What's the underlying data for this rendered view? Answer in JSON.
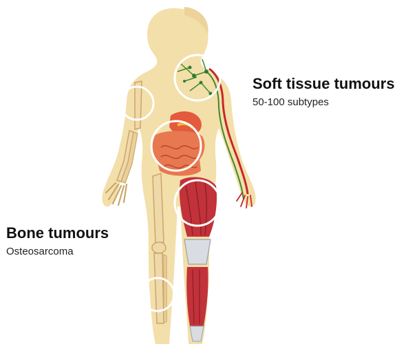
{
  "labels": {
    "soft_tissue": {
      "title": "Soft tissue tumours",
      "subtitle": "50-100 subtypes"
    },
    "bone": {
      "title": "Bone tumours",
      "subtitle": "Osteosarcoma"
    }
  },
  "colors": {
    "skin": "#f3dfaa",
    "bone": "#f0d9a8",
    "bone_shade": "#c9a66b",
    "muscle": "#c2323a",
    "muscle_dark": "#8e1d24",
    "organ": "#e87850",
    "stomach": "#e35a3c",
    "nerve": "#3d8a2a",
    "vessel": "#c62828",
    "highlight_circle": "#ffffff"
  },
  "icons": [
    "female-silhouette",
    "skeleton-arm",
    "skeleton-leg",
    "muscle-leg",
    "digestive-organs",
    "lymph-network"
  ]
}
